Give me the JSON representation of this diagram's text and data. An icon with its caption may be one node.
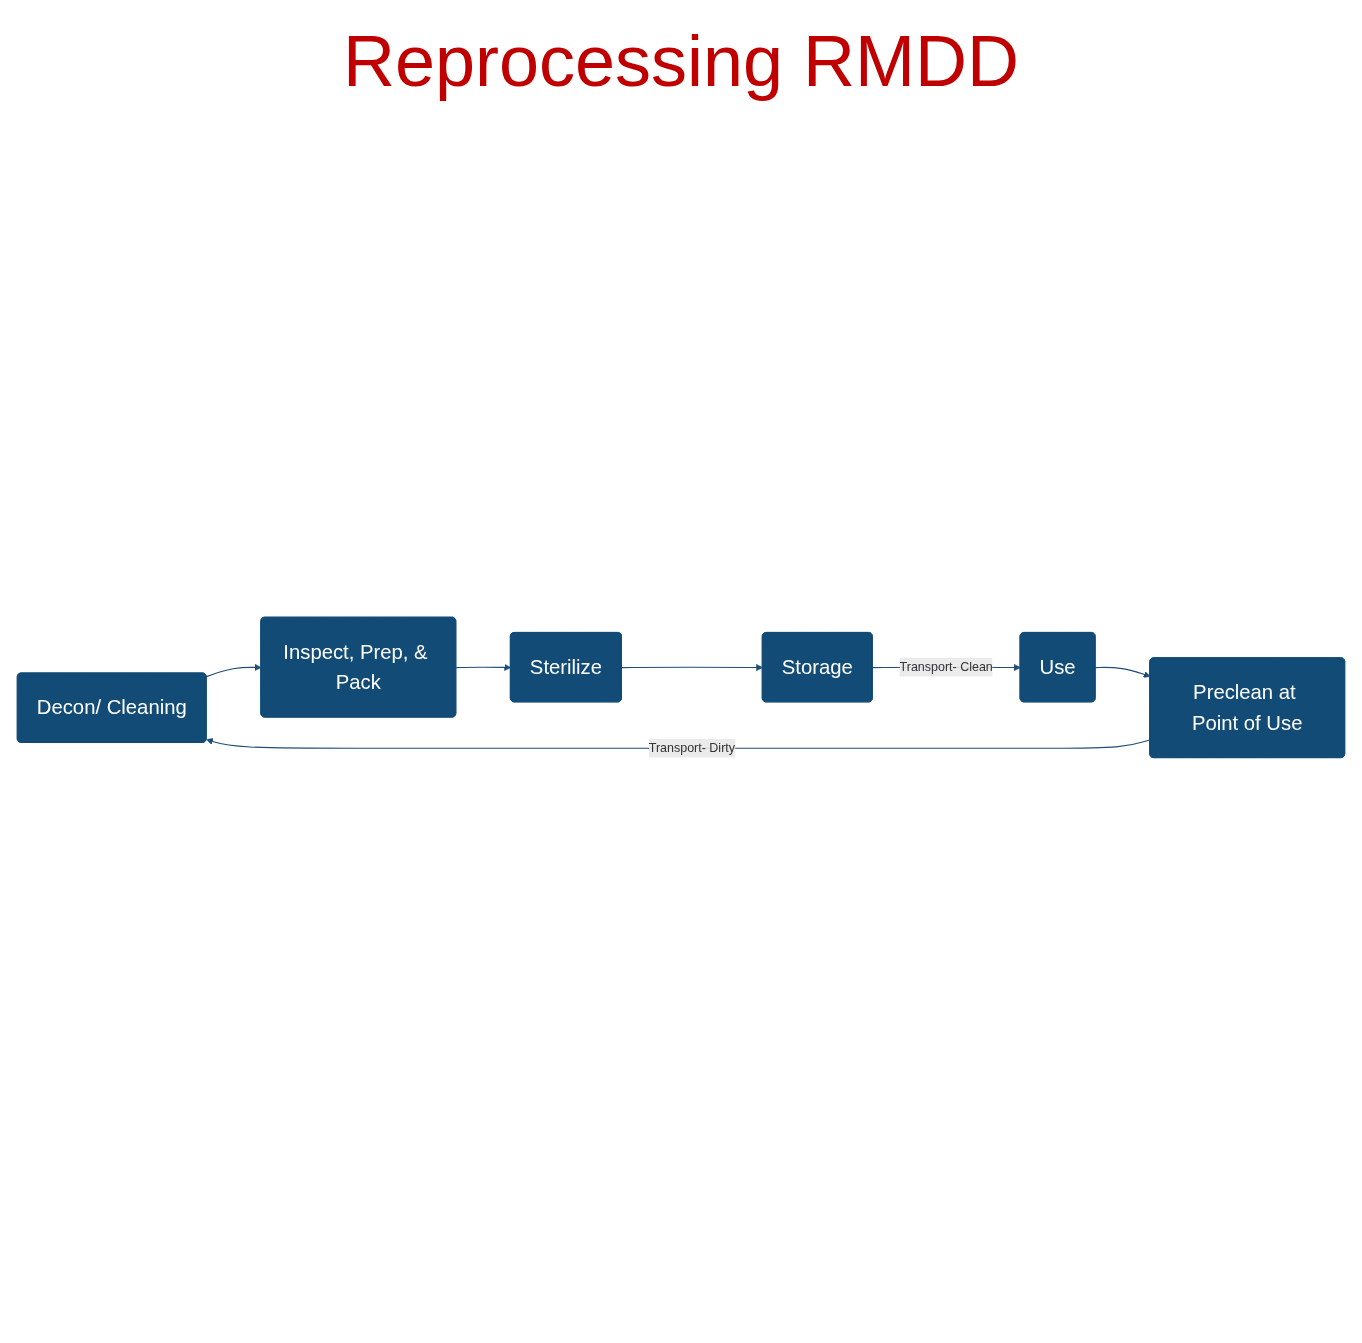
{
  "diagram": {
    "title": "Reprocessing RMDD",
    "nodes": [
      {
        "text": [
          "Decon/ Cleaning"
        ]
      },
      {
        "text": [
          "Inspect, Prep, & Pack"
        ]
      },
      {
        "text": [
          "Sterilize"
        ]
      },
      {
        "text": [
          "Storage"
        ]
      },
      {
        "text": [
          "Use"
        ]
      },
      {
        "text": [
          "Preclean at Point of Use"
        ]
      }
    ],
    "edges": [
      {
        "from": 0,
        "to": 1,
        "arrow": "to"
      },
      {
        "from": 1,
        "to": 2,
        "arrow": "to"
      },
      {
        "from": 2,
        "to": 3,
        "arrow": "to"
      },
      {
        "from": 3,
        "to": 4,
        "arrow": "to",
        "label": "Transport- Clean"
      },
      {
        "from": 4,
        "to": 5,
        "arrow": "to"
      },
      {
        "from": 5,
        "to": 0,
        "arrow": "to",
        "label": "Transport- Dirty"
      }
    ]
  }
}
